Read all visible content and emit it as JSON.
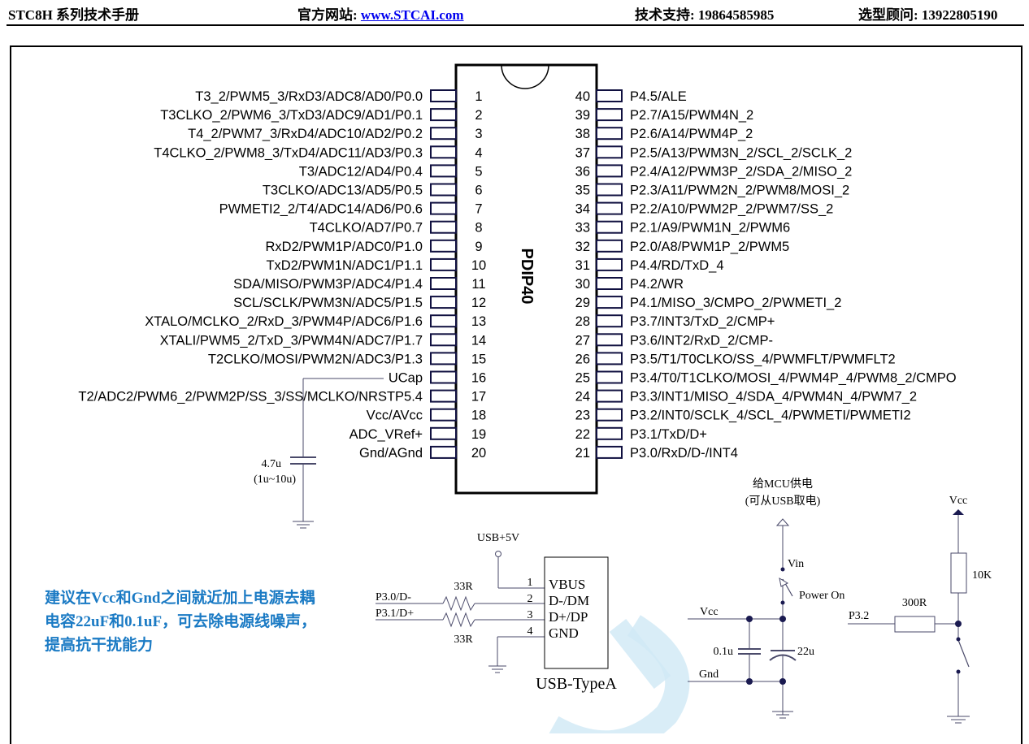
{
  "header": {
    "manual_title": "STC8H 系列技术手册",
    "website_label": "官方网站: ",
    "website_link": "www.STCAI.com",
    "support_label": "技术支持: 19864585985",
    "consultant_label": "选型顾问: 13922805190"
  },
  "chip": {
    "package": "PDIP40",
    "left_pins": [
      {
        "num": "1",
        "label": "T3_2/PWM5_3/RxD3/ADC8/AD0/P0.0"
      },
      {
        "num": "2",
        "label": "T3CLKO_2/PWM6_3/TxD3/ADC9/AD1/P0.1"
      },
      {
        "num": "3",
        "label": "T4_2/PWM7_3/RxD4/ADC10/AD2/P0.2"
      },
      {
        "num": "4",
        "label": "T4CLKO_2/PWM8_3/TxD4/ADC11/AD3/P0.3"
      },
      {
        "num": "5",
        "label": "T3/ADC12/AD4/P0.4"
      },
      {
        "num": "6",
        "label": "T3CLKO/ADC13/AD5/P0.5"
      },
      {
        "num": "7",
        "label": "PWMETI2_2/T4/ADC14/AD6/P0.6"
      },
      {
        "num": "8",
        "label": "T4CLKO/AD7/P0.7"
      },
      {
        "num": "9",
        "label": "RxD2/PWM1P/ADC0/P1.0"
      },
      {
        "num": "10",
        "label": "TxD2/PWM1N/ADC1/P1.1"
      },
      {
        "num": "11",
        "label": "SDA/MISO/PWM3P/ADC4/P1.4"
      },
      {
        "num": "12",
        "label": "SCL/SCLK/PWM3N/ADC5/P1.5"
      },
      {
        "num": "13",
        "label": "XTALO/MCLKO_2/RxD_3/PWM4P/ADC6/P1.6"
      },
      {
        "num": "14",
        "label": "XTALI/PWM5_2/TxD_3/PWM4N/ADC7/P1.7"
      },
      {
        "num": "15",
        "label": "T2CLKO/MOSI/PWM2N/ADC3/P1.3"
      },
      {
        "num": "16",
        "label": "UCap"
      },
      {
        "num": "17",
        "label": "T2/ADC2/PWM6_2/PWM2P/SS_3/SS/MCLKO/NRSTP5.4"
      },
      {
        "num": "18",
        "label": "Vcc/AVcc"
      },
      {
        "num": "19",
        "label": "ADC_VRef+"
      },
      {
        "num": "20",
        "label": "Gnd/AGnd"
      }
    ],
    "right_pins": [
      {
        "num": "40",
        "label": "P4.5/ALE"
      },
      {
        "num": "39",
        "label": "P2.7/A15/PWM4N_2"
      },
      {
        "num": "38",
        "label": "P2.6/A14/PWM4P_2"
      },
      {
        "num": "37",
        "label": "P2.5/A13/PWM3N_2/SCL_2/SCLK_2"
      },
      {
        "num": "36",
        "label": "P2.4/A12/PWM3P_2/SDA_2/MISO_2"
      },
      {
        "num": "35",
        "label": "P2.3/A11/PWM2N_2/PWM8/MOSI_2"
      },
      {
        "num": "34",
        "label": "P2.2/A10/PWM2P_2/PWM7/SS_2"
      },
      {
        "num": "33",
        "label": "P2.1/A9/PWM1N_2/PWM6"
      },
      {
        "num": "32",
        "label": "P2.0/A8/PWM1P_2/PWM5"
      },
      {
        "num": "31",
        "label": "P4.4/RD/TxD_4"
      },
      {
        "num": "30",
        "label": "P4.2/WR"
      },
      {
        "num": "29",
        "label": "P4.1/MISO_3/CMPO_2/PWMETI_2"
      },
      {
        "num": "28",
        "label": "P3.7/INT3/TxD_2/CMP+"
      },
      {
        "num": "27",
        "label": "P3.6/INT2/RxD_2/CMP-"
      },
      {
        "num": "26",
        "label": "P3.5/T1/T0CLKO/SS_4/PWMFLT/PWMFLT2"
      },
      {
        "num": "25",
        "label": "P3.4/T0/T1CLKO/MOSI_4/PWM4P_4/PWM8_2/CMPO"
      },
      {
        "num": "24",
        "label": "P3.3/INT1/MISO_4/SDA_4/PWM4N_4/PWM7_2"
      },
      {
        "num": "23",
        "label": "P3.2/INT0/SCLK_4/SCL_4/PWMETI/PWMETI2"
      },
      {
        "num": "22",
        "label": "P3.1/TxD/D+"
      },
      {
        "num": "21",
        "label": "P3.0/RxD/D-/INT4"
      }
    ]
  },
  "ucap_circuit": {
    "cap_value": "4.7u",
    "cap_range": "(1u~10u)"
  },
  "usb_circuit": {
    "supply_label": "USB+5V",
    "dm_net": "P3.0/D-",
    "dp_net": "P3.1/D+",
    "r_top": "33R",
    "r_bottom": "33R",
    "connector_name": "USB-TypeA",
    "connector_pins": [
      {
        "num": "1",
        "label": "VBUS"
      },
      {
        "num": "2",
        "label": "D-/DM"
      },
      {
        "num": "3",
        "label": "D+/DP"
      },
      {
        "num": "4",
        "label": "GND"
      }
    ]
  },
  "power_circuit": {
    "caption_line1": "给MCU供电",
    "caption_line2": "(可从USB取电)",
    "vin_label": "Vin",
    "switch_label": "Power On",
    "vcc_label": "Vcc",
    "gnd_label": "Gnd",
    "cap_small": "0.1u",
    "cap_large": "22u"
  },
  "button_circuit": {
    "vcc_label": "Vcc",
    "pullup": "10K",
    "series_r": "300R",
    "net": "P3.2"
  },
  "note": {
    "text": "建议在Vcc和Gnd之间就近加上电源去耦\n电容22uF和0.1uF，可去除电源线噪声，\n提高抗干扰能力"
  },
  "colors": {
    "wire": "#4a4a6a",
    "pin_box": "#101040",
    "note_blue": "#1a7ac4",
    "watermark": "#cfe9f5",
    "link": "#0000ee"
  }
}
